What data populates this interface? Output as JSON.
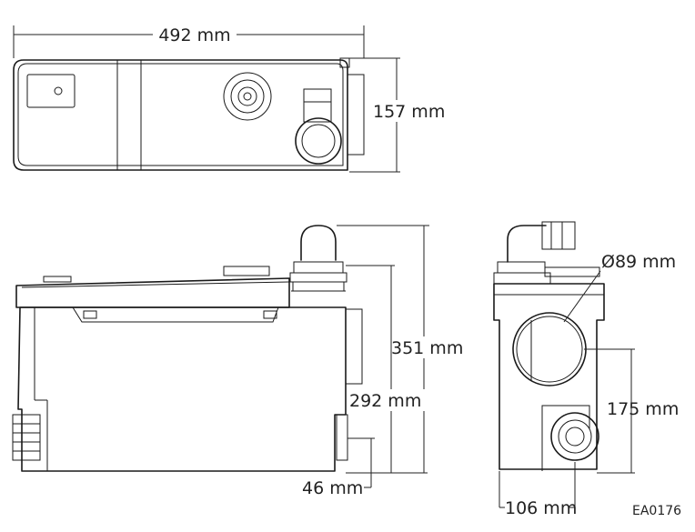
{
  "dimensions": {
    "length": "492 mm",
    "depth": "157 mm",
    "height": "351 mm",
    "outlet_height": "292 mm",
    "inlet_height_front": "46 mm",
    "inlet_diameter": "Ø89 mm",
    "side_inlet_height": "175 mm",
    "side_offset": "106 mm"
  },
  "reference_code": "EA0176"
}
